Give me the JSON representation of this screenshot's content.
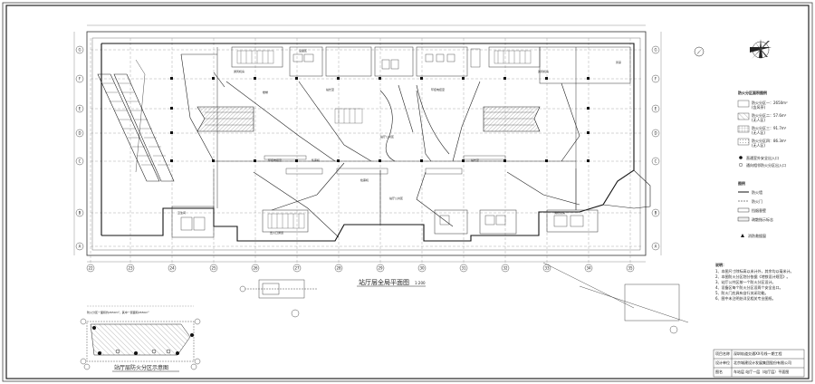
{
  "main_title": "站厅层全局平面图",
  "main_scale": "1:200",
  "inset_title": "站厅层防火分区示意图",
  "grid_cols": [
    "22",
    "23",
    "24",
    "25",
    "26",
    "27",
    "28",
    "29",
    "30",
    "31",
    "32",
    "33",
    "34",
    "35"
  ],
  "grid_rows": [
    "G",
    "F",
    "E",
    "D",
    "C",
    "B",
    "A"
  ],
  "legend_title": "防火分区面积图例",
  "legend_items": [
    {
      "label": "防火分区一：2650m²",
      "sub": "(含风亭)"
    },
    {
      "label": "防火分区二：57.6m²",
      "sub": "(无人区)"
    },
    {
      "label": "防火分区三：91.7m²",
      "sub": "(无人区)"
    },
    {
      "label": "防火分区四：86.3m²",
      "sub": "(无人区)"
    }
  ],
  "legend_marks": [
    "直通室外安全出入口",
    "通向相邻防火分区出入口"
  ],
  "legend_lines_title": "图例",
  "legend_lines": [
    "防火墙",
    "防火门",
    "挡烟垂壁",
    "疏散指示标志"
  ],
  "legend_arrow": "消防救援窗",
  "notes_title": "说明：",
  "notes": [
    "1、本图尺寸除标高以米计外，其余均以毫米计。",
    "2、本图防火分区划分依据《地铁设计规范》。",
    "3、站厅公共区按一个防火分区设计。",
    "4、设备区每个防火分区设两个安全出口。",
    "5、防火门应具有自行关闭功能。",
    "6、图中未注明处详见相关专业图纸。"
  ],
  "title_block": [
    {
      "k": "项目名称",
      "v": "深圳轨道交通XX号线一期工程"
    },
    {
      "k": "设计单位",
      "v": "北京城建设计发展集团股份有限公司"
    },
    {
      "k": "图名",
      "v": "车站层 站厅一层（站厅层）平面图"
    }
  ],
  "inset_note": "防火分区一面积约2650m²，其中一层面积2650m²",
  "room_labels": [
    "设备区",
    "通风机房",
    "楼梯",
    "站厅公共区",
    "环控电控室",
    "站长室",
    "售票机",
    "检票机",
    "出入口通道",
    "风亭",
    "卫生间",
    "消防泵房"
  ]
}
